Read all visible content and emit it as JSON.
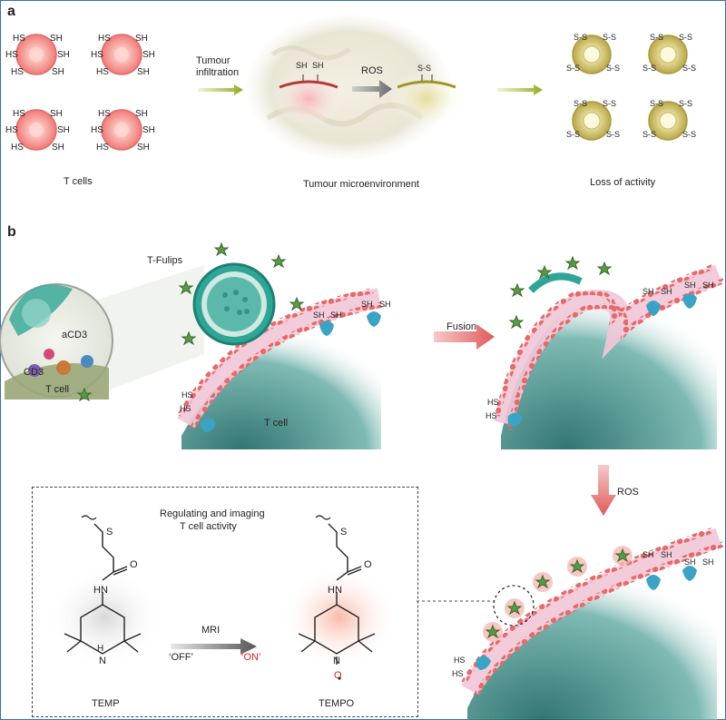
{
  "panel_a": {
    "letter": "a",
    "label_t_cells": "T cells",
    "label_infiltration_line1": "Tumour",
    "label_infiltration_line2": "infiltration",
    "label_ros": "ROS",
    "label_microenv": "Tumour microenvironment",
    "label_loss": "Loss of activity",
    "sh": "SH",
    "hs": "HS",
    "ss": "S-S"
  },
  "panel_b": {
    "letter": "b",
    "label_tfulips": "T-Fulips",
    "label_acd3": "aCD3",
    "label_cd3": "CD3",
    "label_tcell_inset": "T cell",
    "label_tcell": "T cell",
    "label_fusion": "Fusion",
    "label_ros": "ROS",
    "box_title_line1": "Regulating and imaging",
    "box_title_line2": "T cell activity",
    "label_mri": "MRI",
    "label_off": "‘OFF’",
    "label_on": "‘ON’",
    "label_temp": "TEMP",
    "label_tempo": "TEMPO",
    "atom_s": "S",
    "atom_o": "O",
    "atom_hn": "HN",
    "atom_n": "N",
    "atom_h": "H"
  },
  "colors": {
    "frame": "#3a6fb0",
    "cell_pink": "#f08a8a",
    "cell_olive": "#c8b84a",
    "membrane_red": "#e0504f",
    "liposome_teal": "#2aa39a",
    "star_green": "#4a8a3a",
    "arrow_green": "#9bb52a",
    "arrow_red": "#e06060",
    "on_red": "#e02020"
  }
}
